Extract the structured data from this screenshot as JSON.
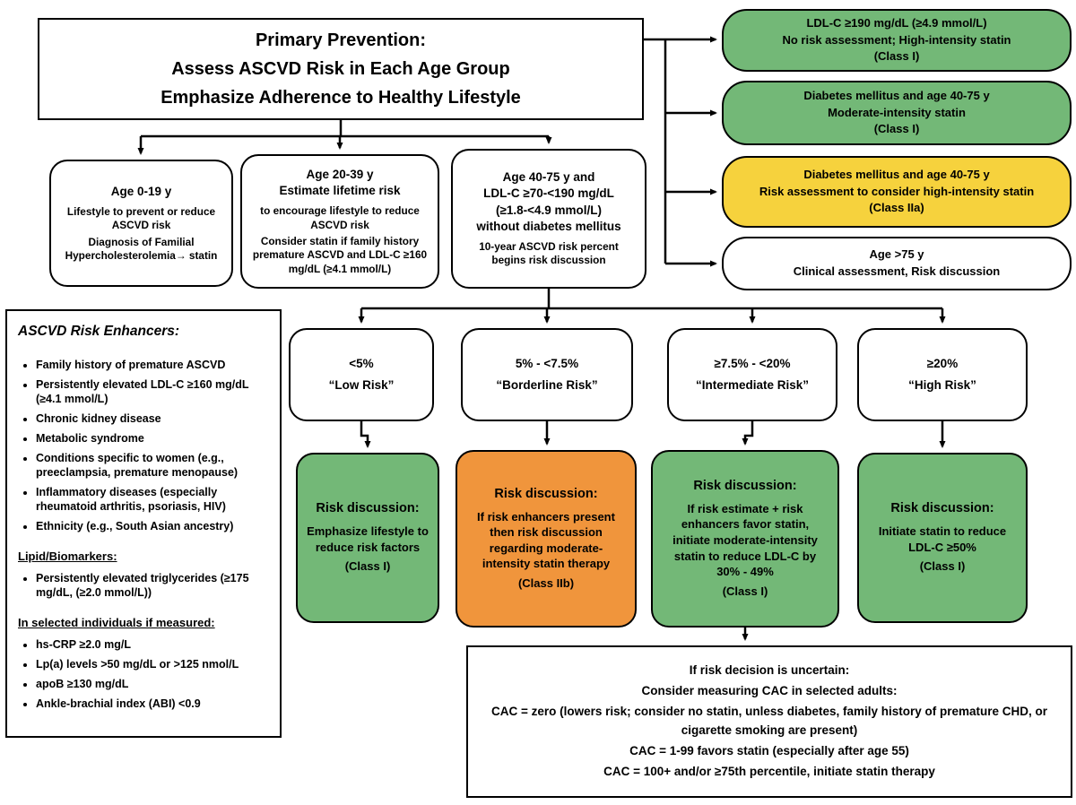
{
  "colors": {
    "green": "#73b877",
    "yellow": "#f6d23d",
    "orange": "#f0953c",
    "line": "#000000"
  },
  "title": {
    "lines": [
      "Primary Prevention:",
      "Assess ASCVD Risk in Each Age Group",
      "Emphasize Adherence to Healthy Lifestyle"
    ]
  },
  "right_boxes": [
    {
      "color": "green",
      "lines": [
        "LDL-C ≥190 mg/dL (≥4.9 mmol/L)",
        "No risk assessment; High-intensity statin",
        "(Class I)"
      ]
    },
    {
      "color": "green",
      "lines": [
        "Diabetes mellitus and age 40-75 y",
        "Moderate-intensity statin",
        "(Class I)"
      ]
    },
    {
      "color": "yellow",
      "lines": [
        "Diabetes mellitus and age 40-75 y",
        "Risk assessment to consider high-intensity statin",
        "(Class IIa)"
      ]
    },
    {
      "color": "white",
      "lines": [
        "Age >75 y",
        "Clinical assessment, Risk discussion"
      ]
    }
  ],
  "age_boxes": [
    {
      "head": [
        "Age 0-19 y"
      ],
      "body": [
        "Lifestyle to prevent or reduce ASCVD risk",
        "Diagnosis of Familial Hypercholesterolemia→ statin"
      ]
    },
    {
      "head": [
        "Age 20-39 y",
        "Estimate lifetime risk"
      ],
      "body": [
        "to encourage lifestyle to reduce ASCVD risk",
        "Consider statin if family history premature ASCVD and LDL-C ≥160 mg/dL (≥4.1 mmol/L)"
      ]
    },
    {
      "head": [
        "Age 40-75 y and",
        "LDL-C ≥70-<190 mg/dL",
        "(≥1.8-<4.9 mmol/L)",
        "without diabetes mellitus"
      ],
      "body": [
        "10-year ASCVD risk percent begins risk discussion"
      ]
    }
  ],
  "risk_enhancers": {
    "title": "ASCVD Risk Enhancers:",
    "enhancers": [
      "Family history of premature ASCVD",
      "Persistently elevated LDL-C ≥160 mg/dL (≥4.1 mmol/L)",
      "Chronic kidney disease",
      "Metabolic syndrome",
      "Conditions specific to women (e.g., preeclampsia, premature menopause)",
      "Inflammatory diseases (especially rheumatoid arthritis, psoriasis, HIV)",
      "Ethnicity (e.g., South Asian ancestry)"
    ],
    "lipid_heading": "Lipid/Biomarkers:",
    "lipid_items": [
      "Persistently elevated triglycerides (≥175 mg/dL,  (≥2.0 mmol/L))"
    ],
    "selected_heading": "In selected individuals if measured:",
    "selected_items": [
      "hs-CRP ≥2.0 mg/L",
      "Lp(a) levels >50 mg/dL or >125 nmol/L",
      "apoB ≥130 mg/dL",
      "Ankle-brachial index (ABI) <0.9"
    ]
  },
  "risk_categories": [
    {
      "lines": [
        "<5%",
        "“Low Risk”"
      ]
    },
    {
      "lines": [
        "5% - <7.5%",
        "“Borderline Risk”"
      ]
    },
    {
      "lines": [
        "≥7.5% - <20%",
        "“Intermediate Risk”"
      ]
    },
    {
      "lines": [
        "≥20%",
        "“High Risk”"
      ]
    }
  ],
  "risk_discussions": [
    {
      "color": "green",
      "head": "Risk discussion:",
      "body": [
        "Emphasize lifestyle to reduce risk factors",
        "(Class I)"
      ]
    },
    {
      "color": "orange",
      "head": "Risk discussion:",
      "body": [
        "If risk enhancers present then risk discussion regarding moderate-intensity statin therapy",
        "(Class IIb)"
      ]
    },
    {
      "color": "green",
      "head": "Risk discussion:",
      "body": [
        "If risk estimate + risk enhancers favor statin, initiate moderate-intensity statin to reduce LDL-C by 30% - 49%",
        "(Class I)"
      ]
    },
    {
      "color": "green",
      "head": "Risk discussion:",
      "body": [
        "Initiate statin to reduce LDL-C ≥50%",
        "(Class I)"
      ]
    }
  ],
  "cac_box": {
    "lines": [
      "If risk decision is uncertain:",
      "Consider measuring CAC in selected adults:",
      "CAC = zero (lowers risk; consider no statin, unless diabetes, family history of premature CHD, or cigarette smoking are present)",
      "CAC = 1-99 favors statin (especially after age 55)",
      "CAC = 100+ and/or ≥75th percentile, initiate statin therapy"
    ]
  }
}
